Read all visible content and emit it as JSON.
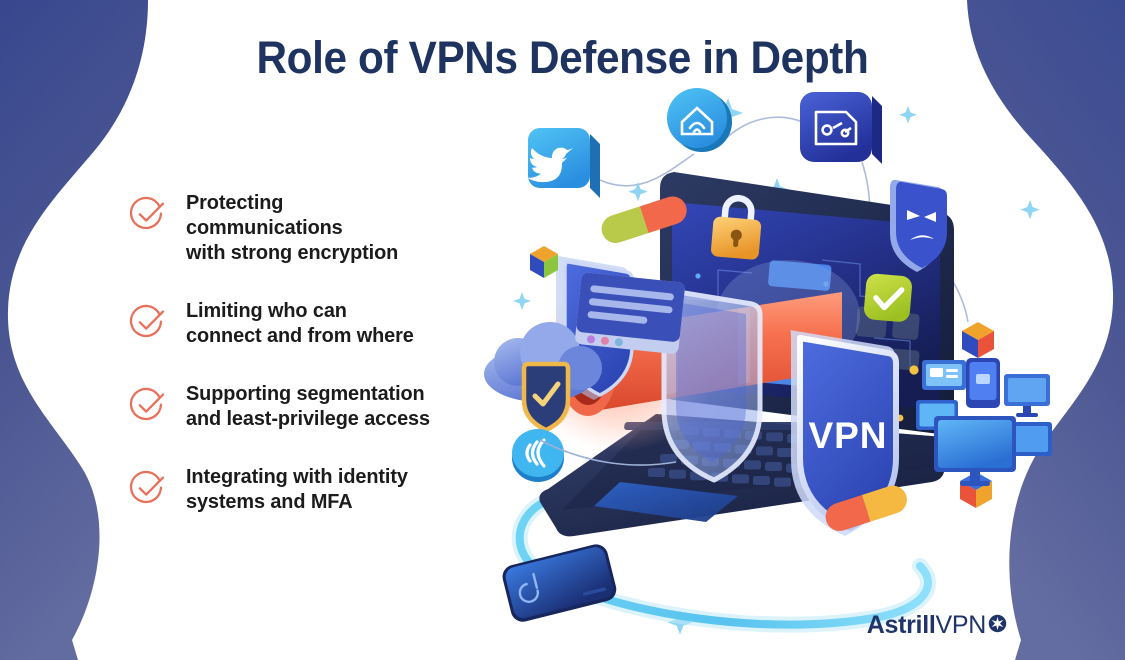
{
  "page": {
    "title": "Role of VPNs Defense in Depth",
    "background_color": "#ffffff",
    "wave_color_top": "#3a4a91",
    "wave_color_bottom": "#5f689c",
    "title_color": "#1f3360",
    "accent_color": "#e8705a",
    "body_text_color": "#1b1b1b"
  },
  "bullets": [
    {
      "icon": "check-circle-icon",
      "line1": "Protecting communications",
      "line2": "with strong encryption"
    },
    {
      "icon": "check-circle-icon",
      "line1": "Limiting who can",
      "line2": "connect and from where"
    },
    {
      "icon": "check-circle-icon",
      "line1": "Supporting segmentation",
      "line2": "and least-privilege access"
    },
    {
      "icon": "check-circle-icon",
      "line1": "Integrating with identity",
      "line2": "systems and MFA"
    }
  ],
  "illustration": {
    "shield_label": "VPN",
    "laptop_screen_color": "#2c3f9e",
    "tunnel_color": "#f2684a",
    "glow_ring_color": "#5ec8f0",
    "icons": [
      "twitter-icon",
      "fingerprint-coin-icon",
      "document-photo-icon",
      "angry-mask-shield-icon",
      "green-check-icon",
      "padlock-icon",
      "users-network-shield-icon",
      "cloud-shield-icon",
      "wifi-signal-icon",
      "browser-window-icon",
      "cube-icon",
      "monitor-cluster-icon",
      "smartphone-icon",
      "sparkle-icon"
    ]
  },
  "logo": {
    "brand_bold": "Astrill",
    "brand_light": "VPN",
    "star_icon": "star-badge-icon",
    "color": "#20346a"
  }
}
